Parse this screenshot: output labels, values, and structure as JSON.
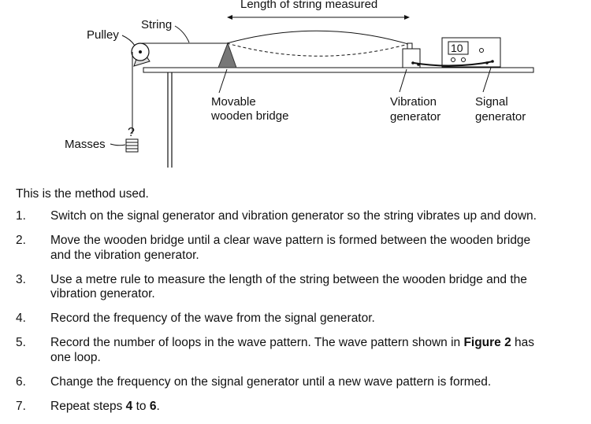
{
  "diagram": {
    "labels": {
      "length_measured": "Length of string measured",
      "pulley": "Pulley",
      "string": "String",
      "masses": "Masses",
      "mass_symbol": "?",
      "bridge_line1": "Movable",
      "bridge_line2": "wooden bridge",
      "vib_line1": "Vibration",
      "vib_line2": "generator",
      "sig_line1": "Signal",
      "sig_line2": "generator",
      "display": "10"
    }
  },
  "method": {
    "intro": "This is the method used.",
    "steps": [
      {
        "num": "1.",
        "line1": "Switch on the signal generator and vibration generator so the string vibrates up and down."
      },
      {
        "num": "2.",
        "line1": "Move the wooden bridge until a clear wave pattern is formed between the wooden bridge",
        "line2": "and the vibration generator."
      },
      {
        "num": "3.",
        "line1": "Use a metre rule to measure the length of the string between the wooden bridge and the",
        "line2": "vibration generator."
      },
      {
        "num": "4.",
        "line1": "Record the frequency of the wave from the signal generator."
      },
      {
        "num": "5.",
        "pre": "Record the number of loops in the wave pattern. The wave pattern shown in ",
        "bold": "Figure 2",
        "post": " has",
        "line2": "one loop."
      },
      {
        "num": "6.",
        "line1": "Change the frequency on the signal generator until a new wave pattern is formed."
      },
      {
        "num": "7.",
        "pre": "Repeat steps ",
        "b1": "4",
        "mid": " to ",
        "b2": "6",
        "post": "."
      }
    ]
  }
}
